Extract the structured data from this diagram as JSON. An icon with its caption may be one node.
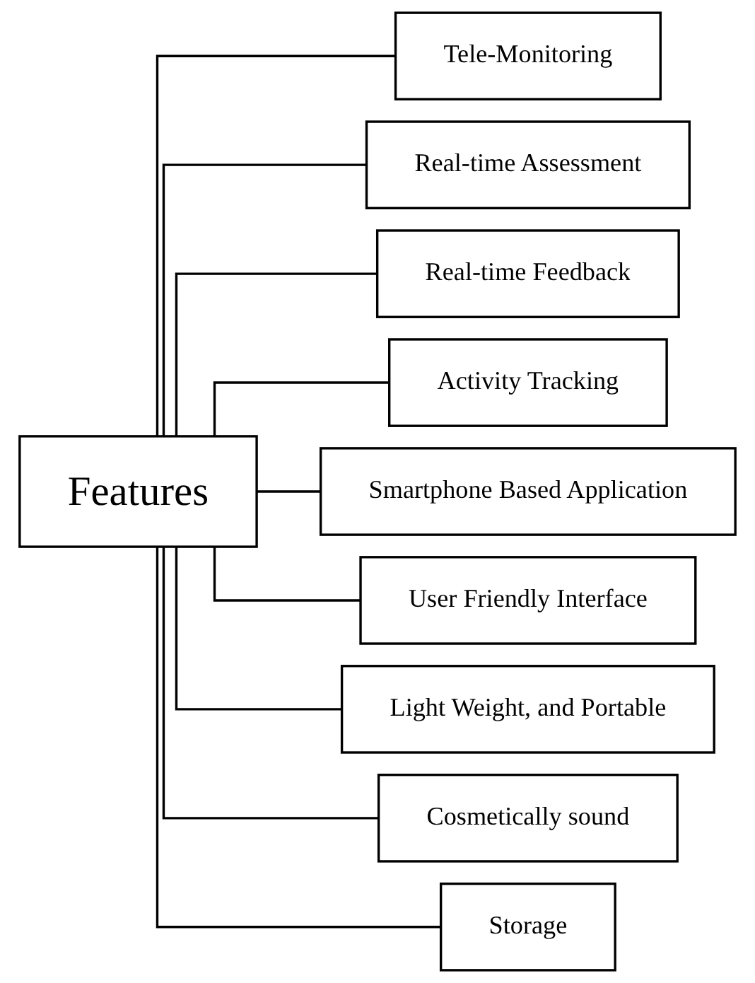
{
  "diagram": {
    "nodes": [
      {
        "text": [
          "Features"
        ]
      },
      {
        "text": [
          "Tele-Monitoring"
        ]
      },
      {
        "text": [
          "Real-time Assessment"
        ]
      },
      {
        "text": [
          "Real-time Feedback"
        ]
      },
      {
        "text": [
          "Activity Tracking"
        ]
      },
      {
        "text": [
          "Smartphone Based Application"
        ]
      },
      {
        "text": [
          "User Friendly Interface"
        ]
      },
      {
        "text": [
          "Light Weight, and Portable"
        ]
      },
      {
        "text": [
          "Cosmetically sound"
        ]
      },
      {
        "text": [
          "Storage"
        ]
      }
    ],
    "edges": [
      {
        "from": 0,
        "to": 1,
        "arrow": "none"
      },
      {
        "from": 0,
        "to": 2,
        "arrow": "none"
      },
      {
        "from": 0,
        "to": 3,
        "arrow": "none"
      },
      {
        "from": 0,
        "to": 4,
        "arrow": "none"
      },
      {
        "from": 0,
        "to": 5,
        "arrow": "none"
      },
      {
        "from": 0,
        "to": 6,
        "arrow": "none"
      },
      {
        "from": 0,
        "to": 7,
        "arrow": "none"
      },
      {
        "from": 0,
        "to": 8,
        "arrow": "none"
      },
      {
        "from": 0,
        "to": 9,
        "arrow": "none"
      }
    ]
  }
}
